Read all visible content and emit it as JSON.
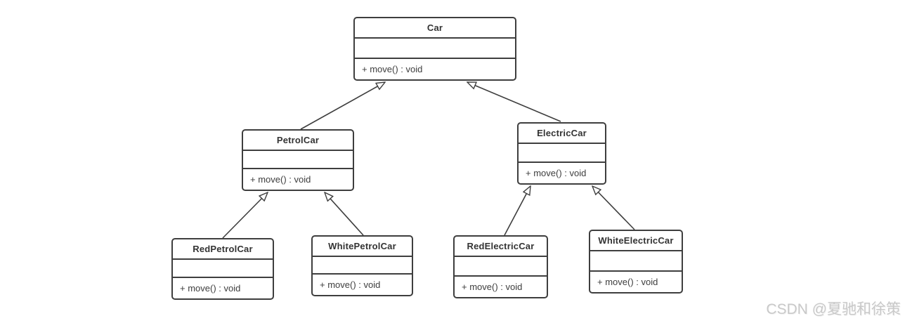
{
  "diagram": {
    "type": "uml-class-diagram",
    "classes": [
      {
        "id": "car",
        "name": "Car",
        "attributes": "",
        "methods": "+ move() : void"
      },
      {
        "id": "petrol-car",
        "name": "PetrolCar",
        "attributes": "",
        "methods": "+ move() : void"
      },
      {
        "id": "electric-car",
        "name": "ElectricCar",
        "attributes": "",
        "methods": "+ move() : void"
      },
      {
        "id": "red-petrol-car",
        "name": "RedPetrolCar",
        "attributes": "",
        "methods": "+ move() : void"
      },
      {
        "id": "white-petrol-car",
        "name": "WhitePetrolCar",
        "attributes": "",
        "methods": "+ move() : void"
      },
      {
        "id": "red-electric-car",
        "name": "RedElectricCar",
        "attributes": "",
        "methods": "+ move() : void"
      },
      {
        "id": "white-electric-car",
        "name": "WhiteElectricCar",
        "attributes": "",
        "methods": "+ move() : void"
      }
    ],
    "relations": [
      {
        "from": "PetrolCar",
        "to": "Car",
        "type": "generalization"
      },
      {
        "from": "ElectricCar",
        "to": "Car",
        "type": "generalization"
      },
      {
        "from": "RedPetrolCar",
        "to": "PetrolCar",
        "type": "generalization"
      },
      {
        "from": "WhitePetrolCar",
        "to": "PetrolCar",
        "type": "generalization"
      },
      {
        "from": "RedElectricCar",
        "to": "ElectricCar",
        "type": "generalization"
      },
      {
        "from": "WhiteElectricCar",
        "to": "ElectricCar",
        "type": "generalization"
      }
    ],
    "colors": {
      "border": "#3e3e3e",
      "title_text": "#333333",
      "method_text": "#3d3d3d",
      "background": "#ffffff",
      "watermark_text": "#c9c9c9"
    }
  },
  "watermark": {
    "text": "CSDN @夏驰和徐策"
  }
}
